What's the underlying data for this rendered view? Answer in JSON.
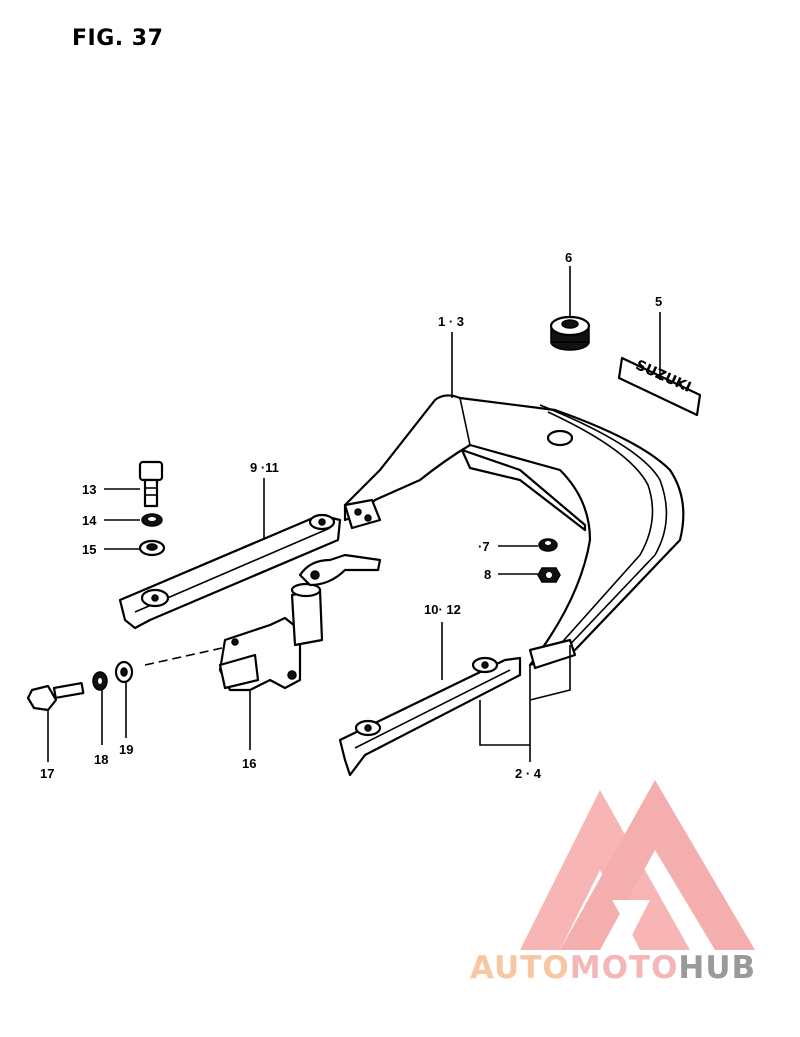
{
  "figure": {
    "title": "FIG. 37"
  },
  "callouts": [
    {
      "id": "c-1-3",
      "text": "1 · 3"
    },
    {
      "id": "c-6",
      "text": "6"
    },
    {
      "id": "c-5",
      "text": "5"
    },
    {
      "id": "c-9-11",
      "text": "9 ·11"
    },
    {
      "id": "c-13",
      "text": "13"
    },
    {
      "id": "c-14",
      "text": "14"
    },
    {
      "id": "c-15",
      "text": "15"
    },
    {
      "id": "c-7",
      "text": "·7"
    },
    {
      "id": "c-8",
      "text": "8"
    },
    {
      "id": "c-10-12",
      "text": "10· 12"
    },
    {
      "id": "c-2-4",
      "text": "2 · 4"
    },
    {
      "id": "c-16",
      "text": "16"
    },
    {
      "id": "c-17",
      "text": "17"
    },
    {
      "id": "c-18",
      "text": "18"
    },
    {
      "id": "c-19",
      "text": "19"
    }
  ],
  "emblem": {
    "text": "SUZUKI"
  },
  "watermark": {
    "part_a": "AUTO",
    "part_b": "MOTO",
    "part_c": "HUB",
    "colors": {
      "triangle": "#f4a6a6",
      "auto": "#f7c7a3",
      "moto": "#f4b6b6",
      "hub": "#9a9a9a"
    }
  }
}
